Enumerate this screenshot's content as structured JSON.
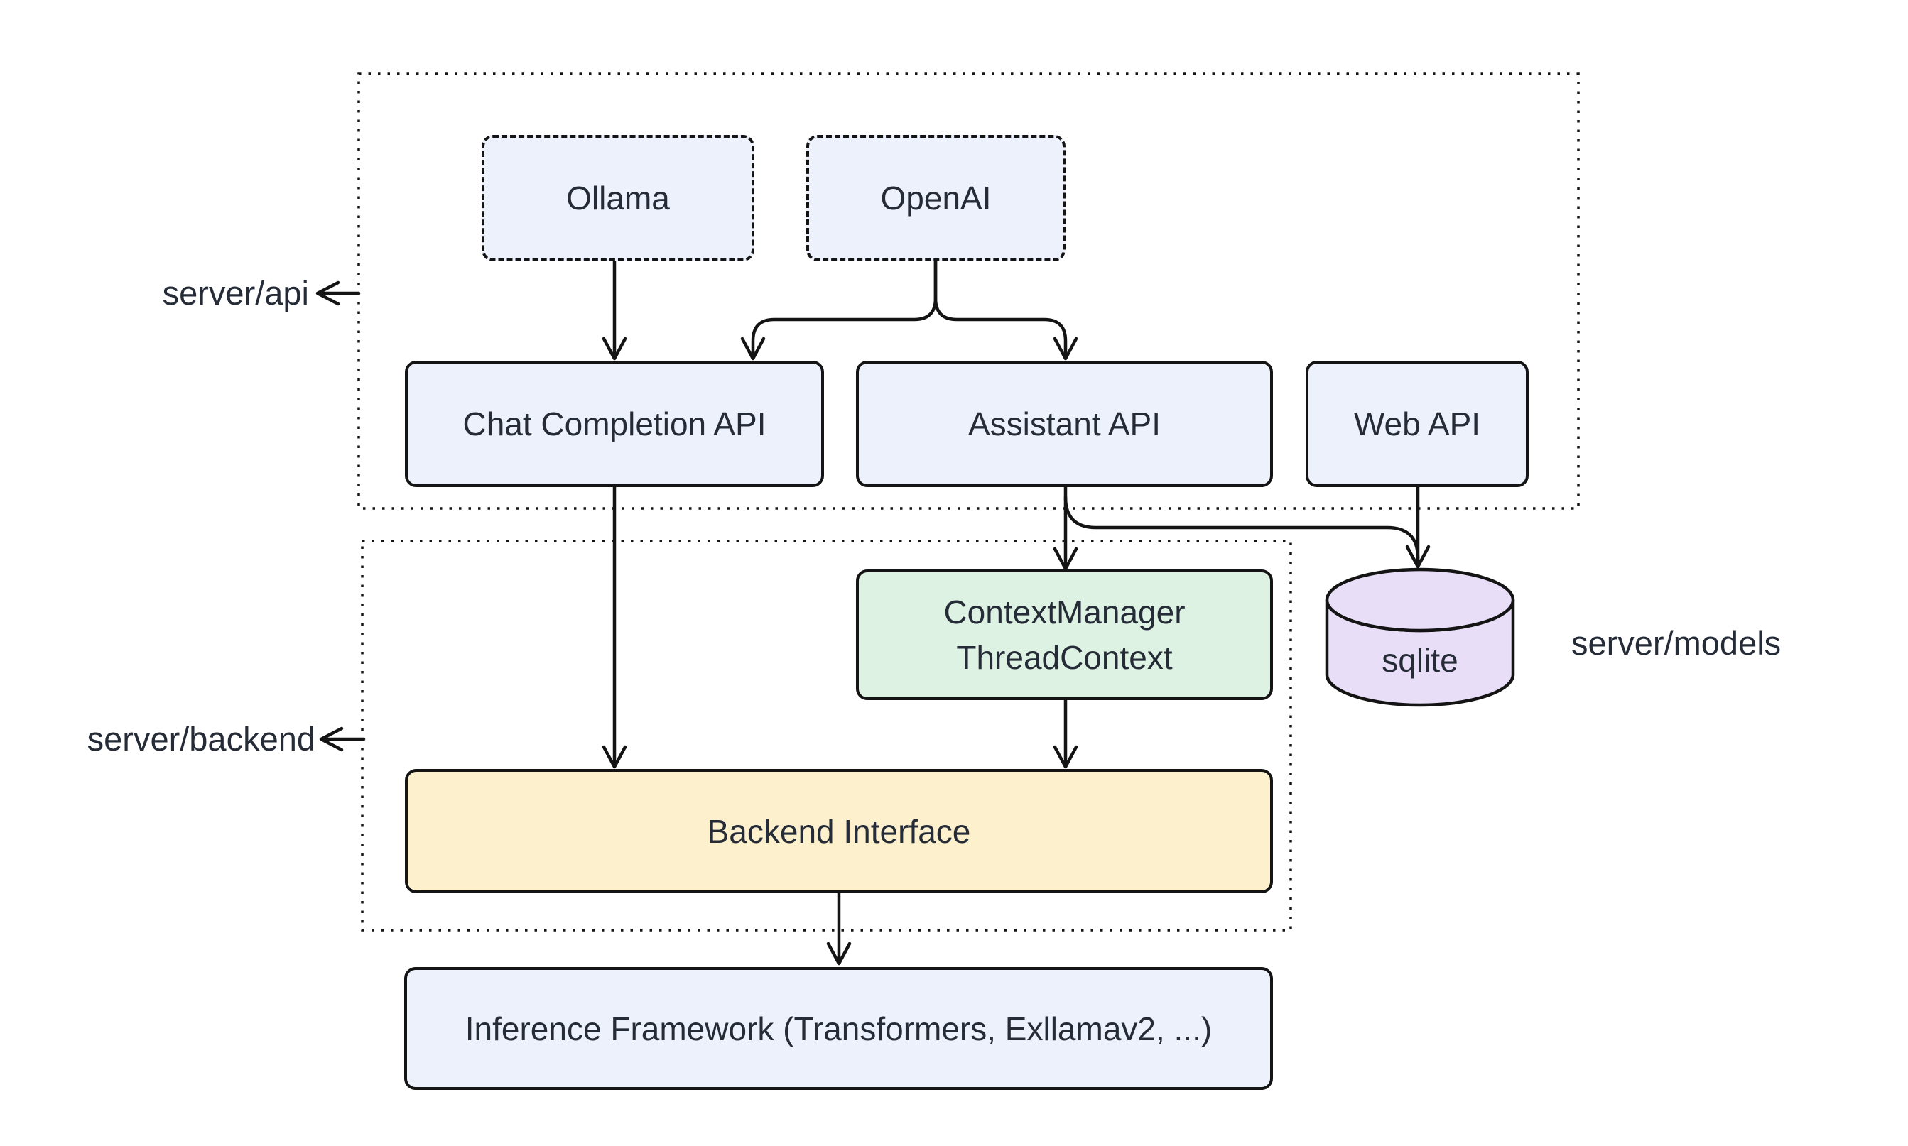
{
  "diagram_type": "architecture-flowchart",
  "colors": {
    "canvas": "#ffffff",
    "stroke": "#141414",
    "text": "#252c37",
    "node_blue": "#edf1fb",
    "node_green": "#def2e3",
    "node_yellow": "#fdf0cd",
    "node_purple": "#e8def7"
  },
  "groups": {
    "api": {
      "label": "server/api"
    },
    "backend": {
      "label": "server/backend"
    },
    "models": {
      "label": "server/models"
    }
  },
  "nodes": {
    "ollama": {
      "label": "Ollama",
      "kind": "external-dashed"
    },
    "openai": {
      "label": "OpenAI",
      "kind": "external-dashed"
    },
    "chat_completion_api": {
      "label": "Chat Completion API",
      "kind": "process"
    },
    "assistant_api": {
      "label": "Assistant API",
      "kind": "process"
    },
    "web_api": {
      "label": "Web API",
      "kind": "process"
    },
    "context_manager": {
      "line1": "ContextManager",
      "line2": "ThreadContext",
      "kind": "process-green"
    },
    "sqlite": {
      "label": "sqlite",
      "kind": "database"
    },
    "backend_interface": {
      "label": "Backend Interface",
      "kind": "process-yellow"
    },
    "inference_framework": {
      "label": "Inference Framework (Transformers, Exllamav2, ...)",
      "kind": "process"
    }
  },
  "edges": [
    {
      "from": "ollama",
      "to": "chat_completion_api"
    },
    {
      "from": "openai",
      "to": "chat_completion_api"
    },
    {
      "from": "openai",
      "to": "assistant_api"
    },
    {
      "from": "chat_completion_api",
      "to": "backend_interface"
    },
    {
      "from": "assistant_api",
      "to": "context_manager"
    },
    {
      "from": "assistant_api",
      "to": "sqlite"
    },
    {
      "from": "web_api",
      "to": "sqlite"
    },
    {
      "from": "context_manager",
      "to": "backend_interface"
    },
    {
      "from": "backend_interface",
      "to": "inference_framework"
    },
    {
      "from": "api_group_border",
      "to": "server_api_label"
    },
    {
      "from": "backend_group_border",
      "to": "server_backend_label"
    }
  ]
}
